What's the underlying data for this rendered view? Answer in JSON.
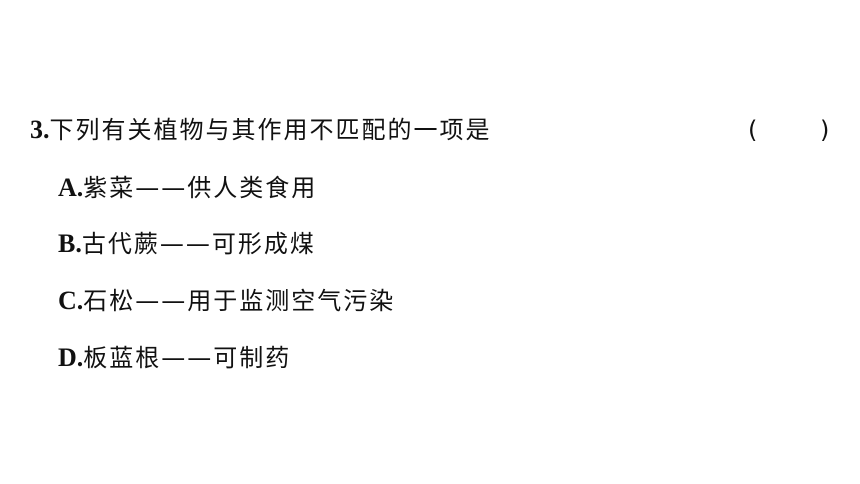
{
  "question": {
    "number": "3.",
    "stem": "下列有关植物与其作用不匹配的一项是",
    "bracket_open": "(",
    "bracket_close": ")",
    "options": [
      {
        "letter": "A.",
        "text": "紫菜——供人类食用"
      },
      {
        "letter": "B.",
        "text": "古代蕨——可形成煤"
      },
      {
        "letter": "C.",
        "text": "石松——用于监测空气污染"
      },
      {
        "letter": "D.",
        "text": "板蓝根——可制药"
      }
    ]
  }
}
